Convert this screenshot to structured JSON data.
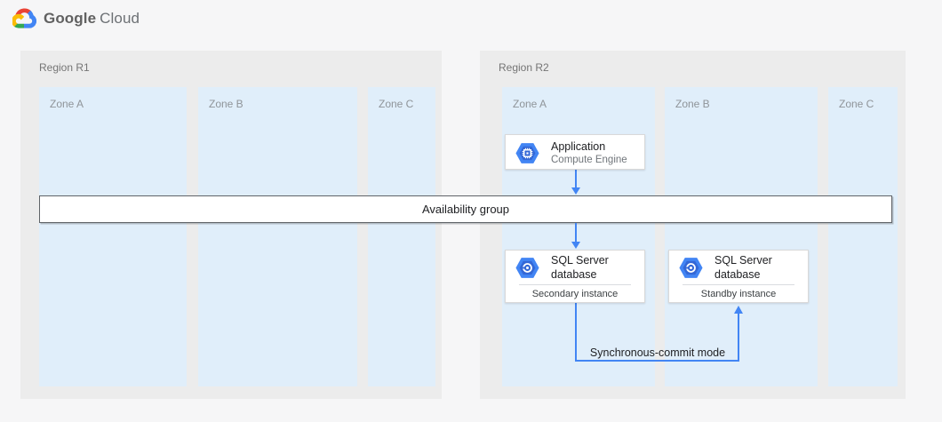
{
  "header": {
    "logo_word_1": "Google",
    "logo_word_2": "Cloud",
    "logo_icon": "google-cloud-logo-icon"
  },
  "regions": [
    {
      "label": "Region R1",
      "zones": [
        {
          "label": "Zone A"
        },
        {
          "label": "Zone B"
        },
        {
          "label": "Zone C"
        }
      ]
    },
    {
      "label": "Region R2",
      "zones": [
        {
          "label": "Zone A"
        },
        {
          "label": "Zone B"
        },
        {
          "label": "Zone C"
        }
      ]
    }
  ],
  "availability_bar": {
    "label": "Availability group"
  },
  "cards": {
    "application": {
      "title": "Application",
      "subtitle": "Compute Engine",
      "icon": "compute-engine-icon"
    },
    "sql_secondary": {
      "title": "SQL Server database",
      "instance_label": "Secondary instance",
      "icon": "sql-server-database-icon"
    },
    "sql_standby": {
      "title": "SQL Server database",
      "instance_label": "Standby instance",
      "icon": "sql-server-database-icon"
    }
  },
  "connectors": {
    "sync_label": "Synchronous-commit mode",
    "line_color": "#4285f4"
  },
  "colors": {
    "page_background": "#f6f6f7",
    "region_background": "#ececec",
    "zone_background": "#e0eefa",
    "card_background": "#ffffff",
    "accent_blue": "#4285f4",
    "icon_inner_blue": "#3367d6",
    "availability_border": "#5f6368",
    "text_dark": "#202124",
    "text_gray": "#757575"
  }
}
